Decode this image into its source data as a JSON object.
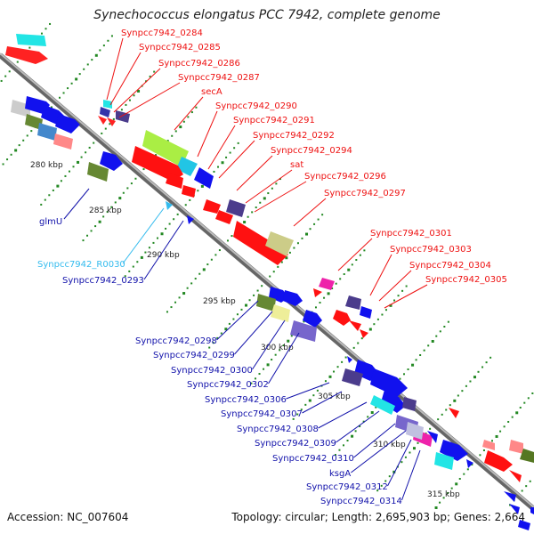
{
  "title": "Synechococcus elongatus PCC 7942, complete genome",
  "footer": {
    "accession": "Accession: NC_007604",
    "summary": "Topology: circular; Length: 2,695,903 bp; Genes: 2,664"
  },
  "colors": {
    "plus_strand": "#ff0000",
    "minus_strand": "#0000ee",
    "rna": "#33bbee",
    "backbone": "#888888",
    "tick": "#228822"
  },
  "scale_labels": [
    "280 kbp",
    "285 kbp",
    "290 kbp",
    "295 kbp",
    "300 kbp",
    "305 kbp",
    "310 kbp",
    "315 kbp"
  ],
  "top_genes": [
    "Synpcc7942_0284",
    "Synpcc7942_0285",
    "Synpcc7942_0286",
    "Synpcc7942_0287",
    "secA",
    "Synpcc7942_0290",
    "Synpcc7942_0291",
    "Synpcc7942_0292",
    "Synpcc7942_0294",
    "sat",
    "Synpcc7942_0296",
    "Synpcc7942_0297",
    "Synpcc7942_0301",
    "Synpcc7942_0303",
    "Synpcc7942_0304",
    "Synpcc7942_0305"
  ],
  "left_genes": [
    "glmU",
    "Synpcc7942_R0030",
    "Synpcc7942_0293"
  ],
  "bottom_genes": [
    "Synpcc7942_0298",
    "Synpcc7942_0299",
    "Synpcc7942_0300",
    "Synpcc7942_0302",
    "Synpcc7942_0306",
    "Synpcc7942_0307",
    "Synpcc7942_0308",
    "Synpcc7942_0309",
    "Synpcc7942_0310",
    "ksgA",
    "Synpcc7942_0312",
    "Synpcc7942_0314"
  ]
}
